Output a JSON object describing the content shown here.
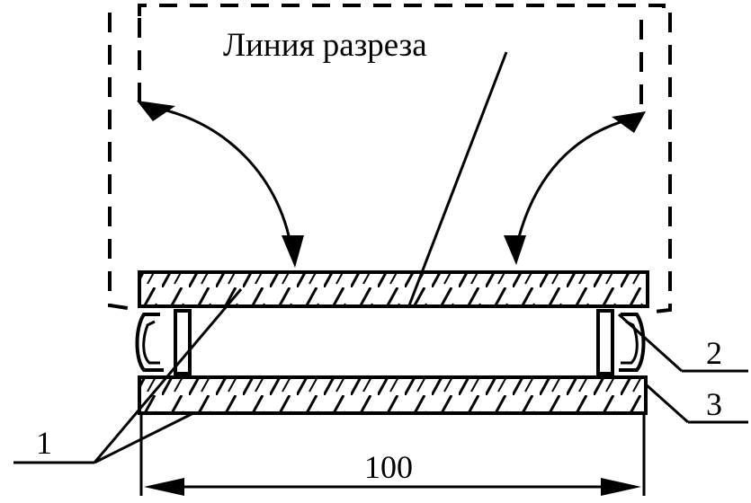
{
  "diagram": {
    "cut_line_label": "Линия разреза",
    "labels": {
      "part_1": "1",
      "part_2": "2",
      "part_3": "3"
    },
    "dimension": "100"
  }
}
